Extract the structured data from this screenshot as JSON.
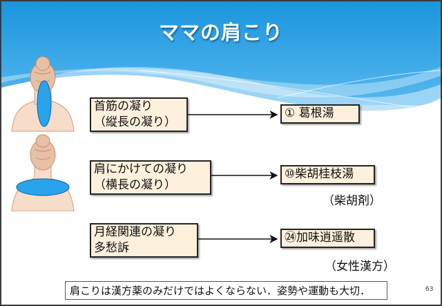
{
  "slide": {
    "title": "ママの肩こり",
    "rows": [
      {
        "symptom_line1": "首筋の凝り",
        "symptom_line2": "（縦長の凝り）",
        "remedy": "① 葛根湯",
        "remedy_note": "",
        "figure_icon": "neck-stiffness-figure-icon"
      },
      {
        "symptom_line1": "肩にかけての凝り",
        "symptom_line2": "（横長の凝り）",
        "remedy": "⑩柴胡桂枝湯",
        "remedy_note": "（柴胡剤）",
        "figure_icon": "shoulder-stiffness-figure-icon"
      },
      {
        "symptom_line1": "月経関連の凝り",
        "symptom_line2": "多愁訴",
        "remedy": "㉔加味逍遥散",
        "remedy_note": "（女性漢方）"
      }
    ],
    "footer_note": "肩こりは漢方薬のみだけではよくならない．姿勢や運動も大切．",
    "page_number": "63",
    "colors": {
      "header_blue": "#1e9ae0",
      "box_fill": "#fdf0dc",
      "highlight_blue": "#2aa3ec",
      "skin": "#e9c3a8"
    }
  }
}
